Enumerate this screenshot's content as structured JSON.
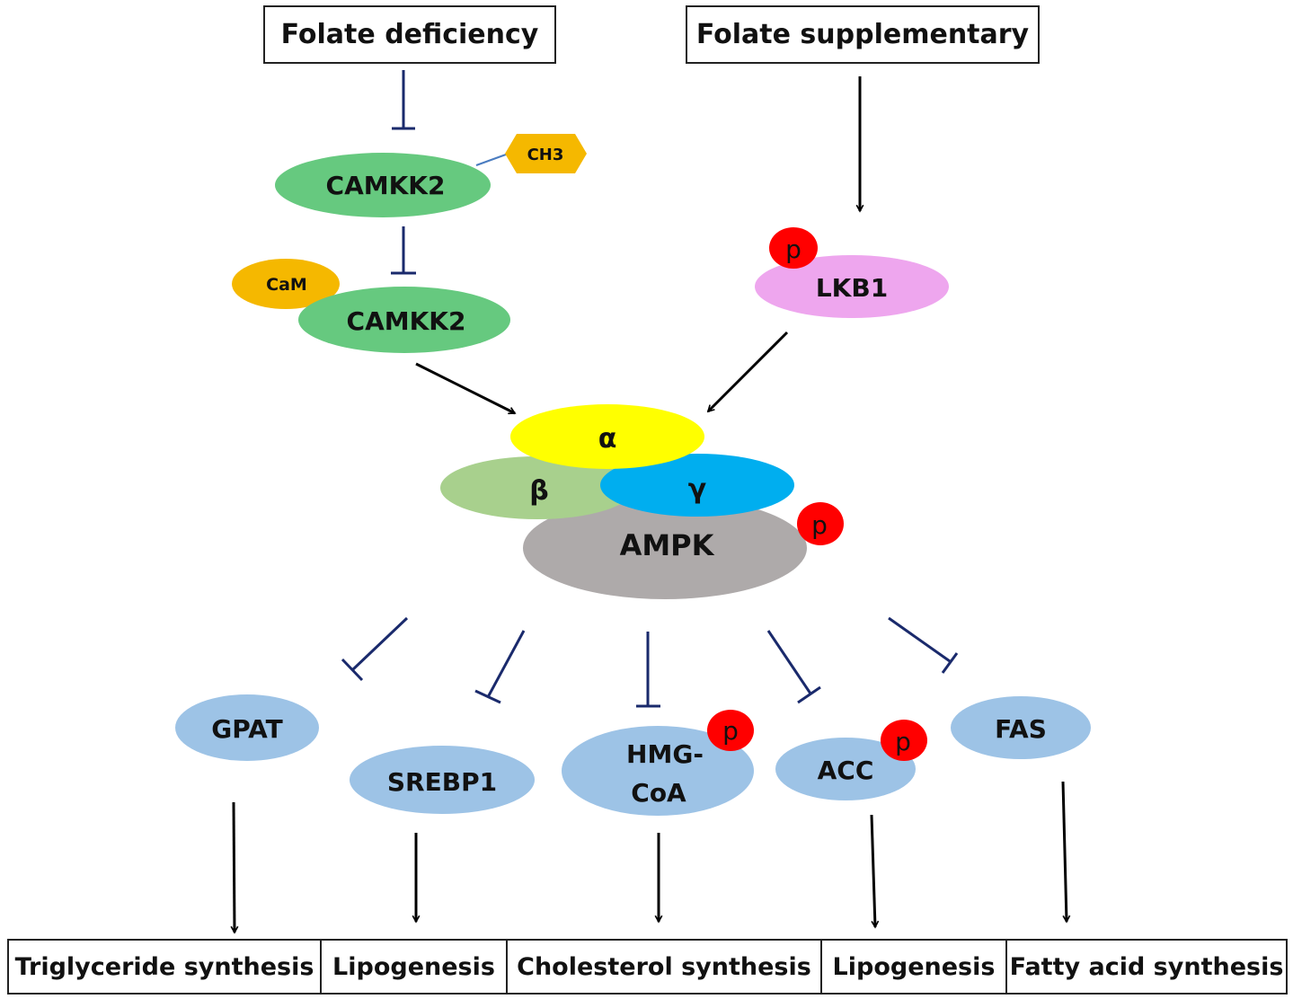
{
  "inputs": {
    "deficiency": "Folate deficiency",
    "supplementary": "Folate supplementary"
  },
  "upstream": {
    "camkk2_methylated": "CAMKK2",
    "methyl_group": "CH3",
    "camkk2_active": "CAMKK2",
    "calmodulin": "CaM",
    "lkb1": "LKB1"
  },
  "ampk": {
    "alpha": "α",
    "beta": "β",
    "gamma": "γ",
    "name": "AMPK"
  },
  "phospho_label": "p",
  "targets": {
    "gpat": "GPAT",
    "srebp1": "SREBP1",
    "hmg_line1": "HMG-",
    "hmg_line2": "CoA",
    "acc": "ACC",
    "fas": "FAS"
  },
  "outcomes": [
    "Triglyceride synthesis",
    "Lipogenesis",
    "Cholesterol synthesis",
    "Lipogenesis",
    "Fatty acid synthesis"
  ],
  "colors": {
    "camkk2": "#66c97f",
    "cam": "#f5b800",
    "lkb1": "#eea6ee",
    "alpha": "#ffff00",
    "beta": "#a8d08d",
    "gamma": "#00aeef",
    "ampk": "#aeaaaa",
    "target": "#9dc3e6",
    "phospho": "#ff0000",
    "inhibit": "#1a2a6c",
    "activate": "#000000"
  },
  "edges": {
    "deficiency_to_camkk2": "inhibits",
    "camkk2_to_camkk2": "inhibits",
    "supplementary_to_lkb1": "activates",
    "camkk2_to_ampk": "activates",
    "lkb1_to_ampk": "activates",
    "ampk_to_targets": "inhibits",
    "targets_to_outcomes": "activates"
  }
}
